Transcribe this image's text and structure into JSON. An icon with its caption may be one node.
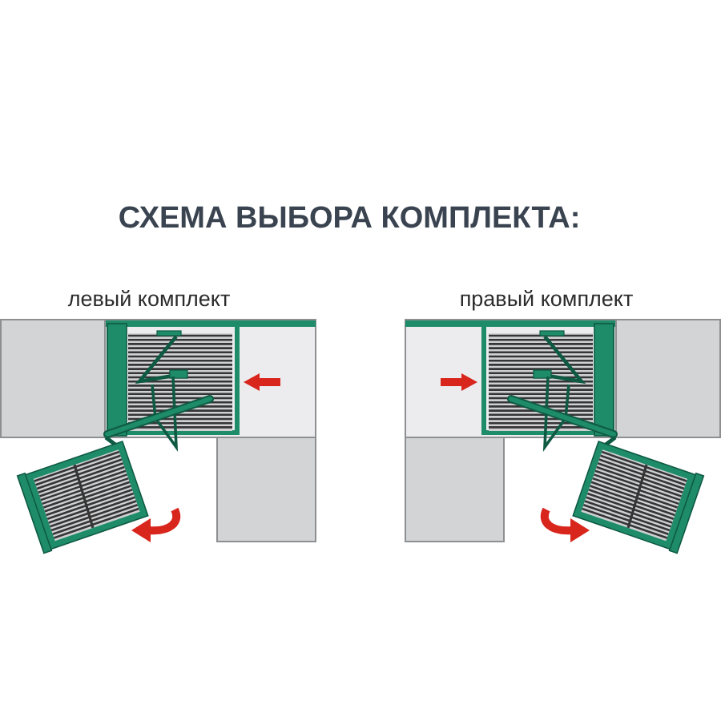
{
  "diagram": {
    "title": "СХЕМА ВЫБОРА КОМПЛЕКТА:",
    "labels": [
      "левый комплект",
      "правый комплект"
    ]
  }
}
